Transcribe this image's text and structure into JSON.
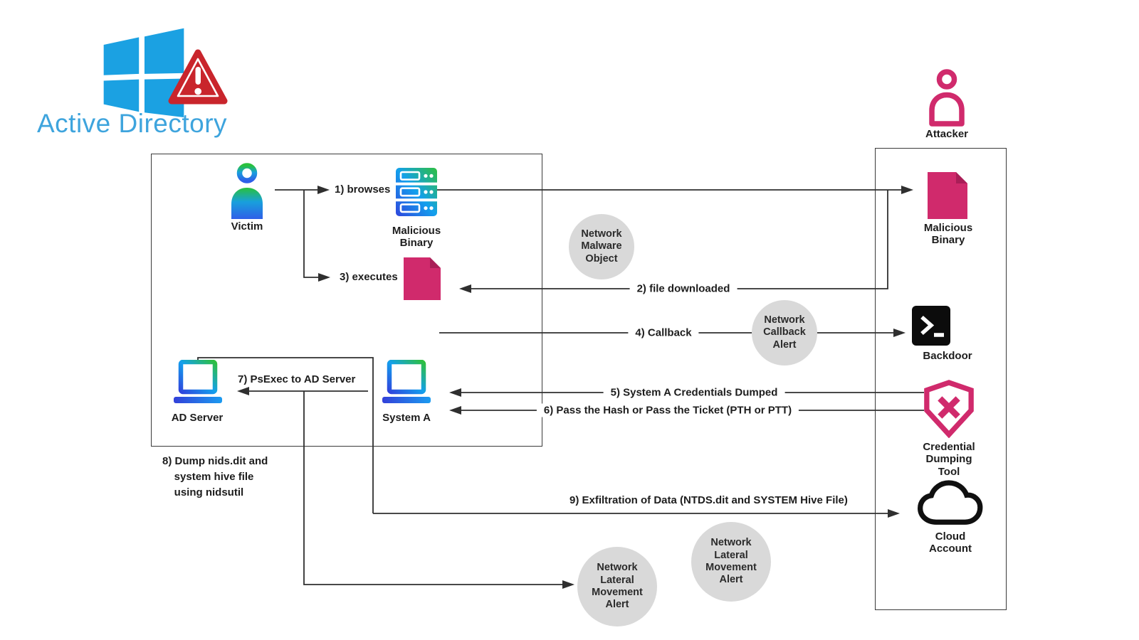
{
  "header": {
    "title": "Active Directory"
  },
  "actors": {
    "attacker": "Attacker",
    "victim": "Victim"
  },
  "nodes": {
    "malicious_binary_site": "Malicious\nBinary",
    "ad_server": "AD Server",
    "system_a": "System A",
    "malicious_binary_file": "Malicious\nBinary",
    "backdoor": "Backdoor",
    "credential_dumping_tool": "Credential\nDumping\nTool",
    "cloud_account": "Cloud\nAccount"
  },
  "alerts": {
    "network_malware_object": "Network\nMalware\nObject",
    "network_callback_alert": "Network\nCallback\nAlert",
    "network_lateral_movement_alert_1": "Network\nLateral\nMovement\nAlert",
    "network_lateral_movement_alert_2": "Network\nLateral\nMovement\nAlert"
  },
  "steps": {
    "s1": "1) browses",
    "s2": "2) file downloaded",
    "s3": "3) executes",
    "s4": "4) Callback",
    "s5": "5) System A Credentials Dumped",
    "s6": "6) Pass the Hash or Pass the Ticket (PTH or PTT)",
    "s7": "7) PsExec to AD Server",
    "s8": "8) Dump nids.dit and\n    system hive file\n    using nidsutil",
    "s9": "9) Exfiltration of Data (NTDS.dit and SYSTEM Hive File)"
  },
  "colors": {
    "accent_pink": "#d02a6c",
    "windows_blue": "#1ba1e2",
    "title_blue": "#3ea4dd",
    "warning_red": "#c9252c",
    "alert_gray": "#d9d9d9",
    "line": "#2f2f2f",
    "gradient_green": "#2ebf3f",
    "gradient_blue": "#2b57e5"
  }
}
